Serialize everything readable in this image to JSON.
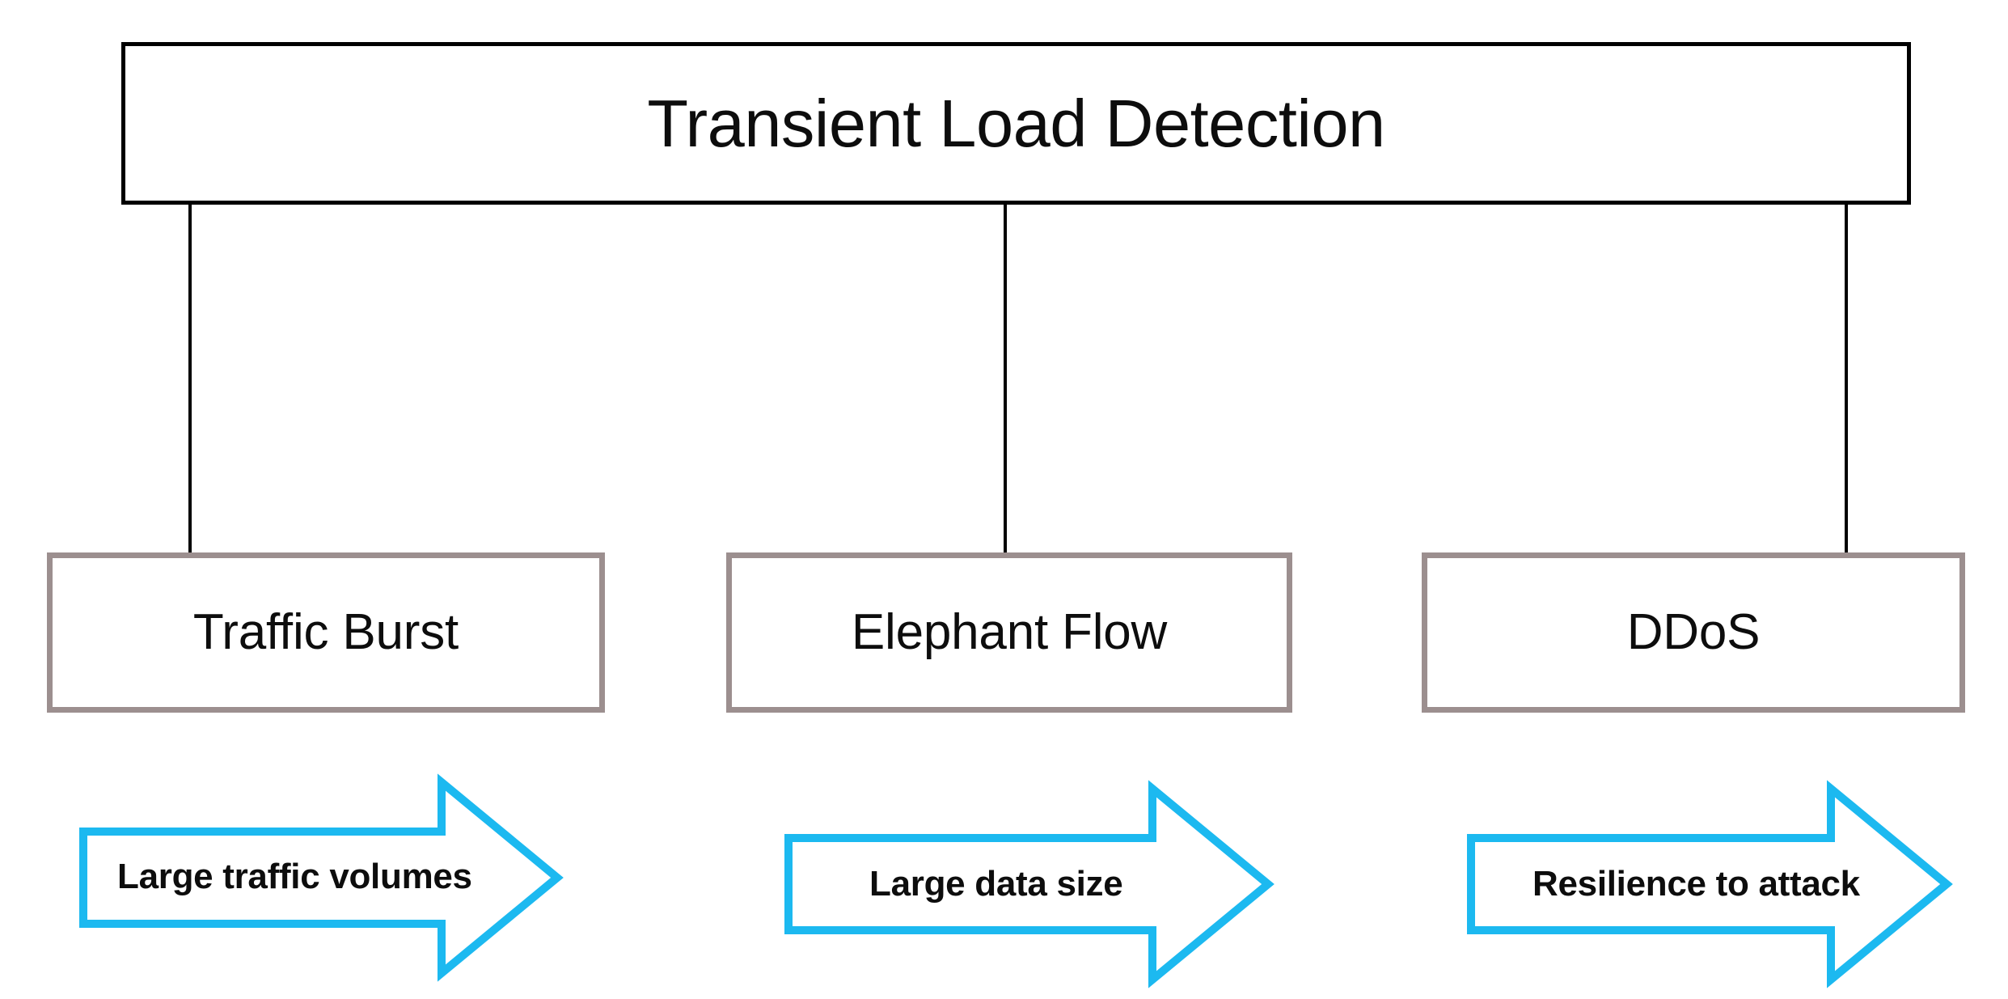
{
  "diagram": {
    "title": "Transient Load Detection",
    "root": {
      "label": "Transient Load Detection",
      "border_color": "#000000",
      "fill_color": "#FFFFFF",
      "text_color": "#0D0D0D"
    },
    "categories": [
      {
        "label": "Traffic Burst",
        "border_color": "#9C8F8F",
        "fill_color": "#FFFFFF",
        "text_color": "#0D0D0D"
      },
      {
        "label": "Elephant Flow",
        "border_color": "#9C8F8F",
        "fill_color": "#FFFFFF",
        "text_color": "#0D0D0D"
      },
      {
        "label": "DDoS",
        "border_color": "#9C8F8F",
        "fill_color": "#FFFFFF",
        "text_color": "#0D0D0D"
      }
    ],
    "callouts": [
      {
        "label": "Large traffic volumes",
        "shape": "right-arrow",
        "stroke_color": "#1CB9F0",
        "fill_color": "#FFFFFF",
        "text_color": "#0D0D0D"
      },
      {
        "label": "Large data size",
        "shape": "right-arrow",
        "stroke_color": "#1CB9F0",
        "fill_color": "#FFFFFF",
        "text_color": "#0D0D0D"
      },
      {
        "label": "Resilience to attack",
        "shape": "right-arrow",
        "stroke_color": "#1CB9F0",
        "fill_color": "#FFFFFF",
        "text_color": "#0D0D0D"
      }
    ],
    "connectors": [
      {
        "from": "Transient Load Detection",
        "to": "Traffic Burst",
        "color": "#000000"
      },
      {
        "from": "Transient Load Detection",
        "to": "Elephant Flow",
        "color": "#000000"
      },
      {
        "from": "Transient Load Detection",
        "to": "DDoS",
        "color": "#000000"
      }
    ]
  }
}
